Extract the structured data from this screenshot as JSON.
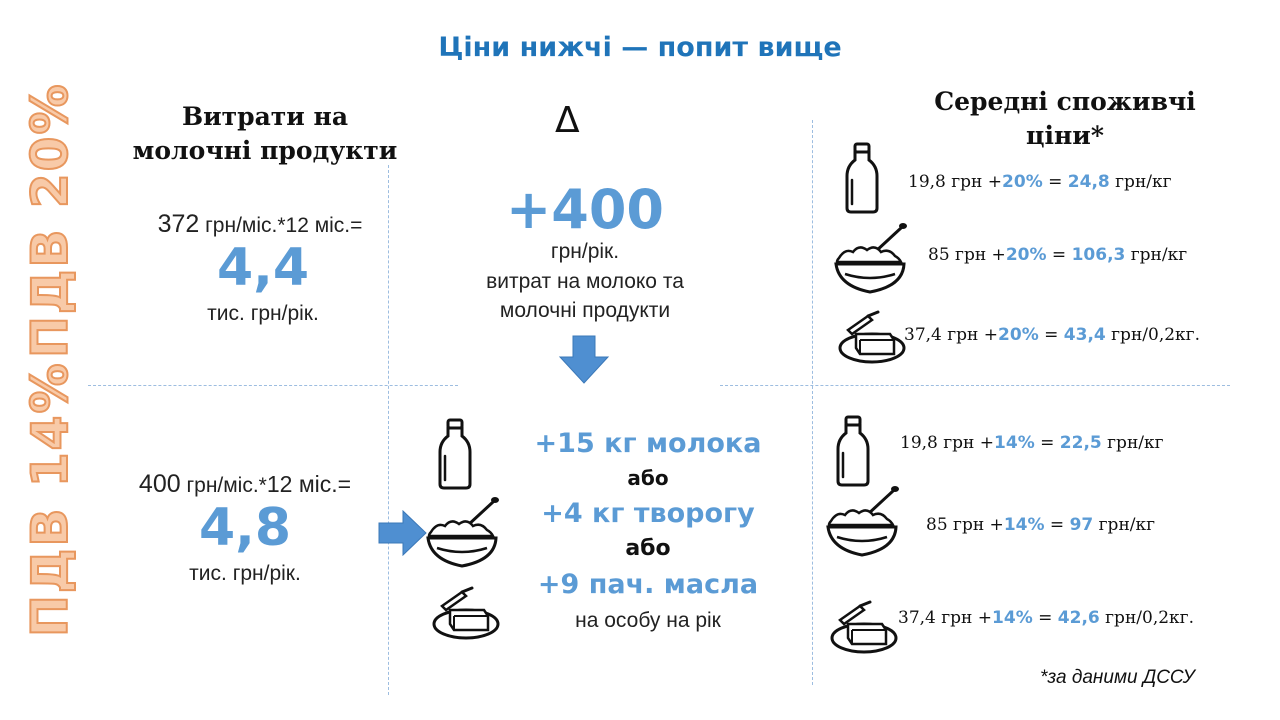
{
  "title": "Ціни нижчі — попит вище",
  "vat20_label": "ПДВ 20%",
  "vat14_label": "ПДВ 14%",
  "left_header": {
    "line1": "Витрати на",
    "line2": "молочні продукти"
  },
  "delta_symbol": "Δ",
  "right_header": {
    "line1": "Середні споживчі",
    "line2": "ціни*"
  },
  "vat20": {
    "calc_prefix": "372",
    "calc_unit": " грн/міс.*",
    "calc_suffix": "12 міс.=",
    "value": "4,4",
    "unit": "тис. грн/рік."
  },
  "delta": {
    "value": "+400",
    "unit": "грн/рік.",
    "desc_line1": "витрат на молоко та",
    "desc_line2": "молочні продукти"
  },
  "vat14": {
    "calc_prefix": "400",
    "calc_unit": " грн/міс.*",
    "calc_suffix": "12 міс.=",
    "value": "4,8",
    "unit": "тис. грн/рік."
  },
  "gain": {
    "milk": "+15 кг молока",
    "or1": "або",
    "cottage": "+4 кг творогу",
    "or2": "або",
    "butter": "+9 пач. масла",
    "per": "на особу на рік"
  },
  "prices20": [
    {
      "base": "19,8 грн +",
      "pct": "20%",
      "eq": " = ",
      "result": "24,8",
      "unit": " грн/кг"
    },
    {
      "base": "85 грн +",
      "pct": "20%",
      "eq": " = ",
      "result": "106,3",
      "unit": " грн/кг"
    },
    {
      "base": "37,4 грн +",
      "pct": "20%",
      "eq": " = ",
      "result": "43,4",
      "unit": " грн/0,2кг."
    }
  ],
  "prices14": [
    {
      "base": "19,8 грн +",
      "pct": "14%",
      "eq": " = ",
      "result": "22,5",
      "unit": " грн/кг"
    },
    {
      "base": "85 грн +",
      "pct": "14%",
      "eq": " = ",
      "result": "97",
      "unit": " грн/кг"
    },
    {
      "base": "37,4 грн +",
      "pct": "14%",
      "eq": " = ",
      "result": "42,6",
      "unit": " грн/0,2кг."
    }
  ],
  "footnote": "*за даними ДССУ",
  "colors": {
    "accent_blue": "#5b9bd5",
    "title_blue": "#1f74b9",
    "vat_label": "#f8caa8",
    "vat_outline": "#e8975e"
  },
  "icons": [
    "milk-bottle-icon",
    "cottage-cheese-bowl-icon",
    "butter-icon",
    "arrow-down-icon",
    "arrow-right-icon"
  ]
}
